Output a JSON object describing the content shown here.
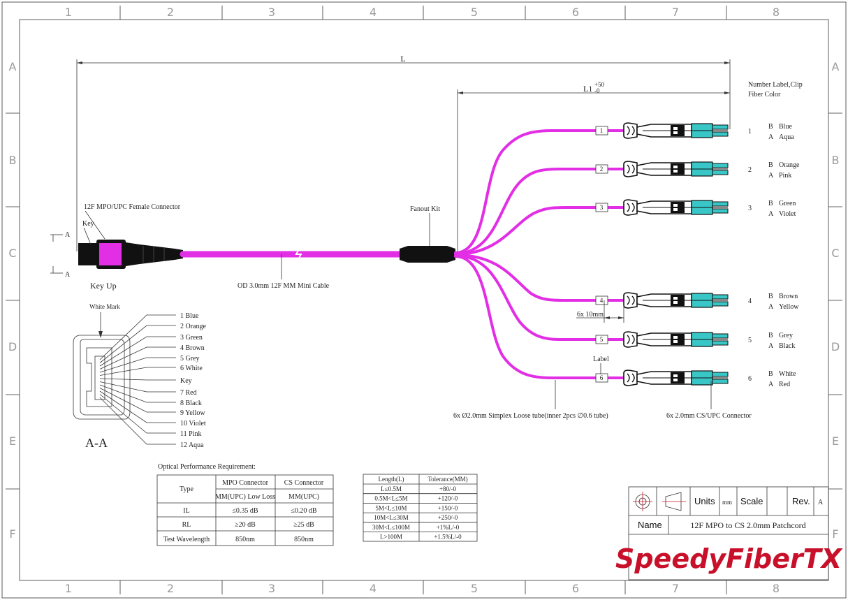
{
  "grid": {
    "columns": [
      "1",
      "2",
      "3",
      "4",
      "5",
      "6",
      "7",
      "8"
    ],
    "rows": [
      "A",
      "B",
      "C",
      "D",
      "E",
      "F"
    ]
  },
  "dimensions": {
    "L": "L",
    "L1": "L1",
    "L1_plus": "+50",
    "L1_minus": "-0",
    "breakout": "6x 10mm"
  },
  "labels": {
    "mpo_connector": "12F MPO/UPC Female Connector",
    "key": "Key",
    "section_a": "A",
    "key_up": "Key Up",
    "fanout_kit": "Fanout Kit",
    "mini_cable": "OD 3.0mm 12F MM Mini Cable",
    "number_label_clip": "Number Label,Clip",
    "fiber_color": "Fiber Color",
    "label": "Label",
    "loose_tube": "6x Ø2.0mm Simplex Loose tube(inner 2pcs ∅0.6 tube)",
    "cs_connector": "6x 2.0mm CS/UPC Connector",
    "white_mark": "White Mark",
    "section_view": "A-A"
  },
  "legs": [
    {
      "num": "1",
      "b": "Blue",
      "a": "Aqua"
    },
    {
      "num": "2",
      "b": "Orange",
      "a": "Pink"
    },
    {
      "num": "3",
      "b": "Green",
      "a": "Violet"
    },
    {
      "num": "4",
      "b": "Brown",
      "a": "Yellow"
    },
    {
      "num": "5",
      "b": "Grey",
      "a": "Black"
    },
    {
      "num": "6",
      "b": "White",
      "a": "Red"
    }
  ],
  "leg_side_b": "B",
  "leg_side_a": "A",
  "fiber_list": [
    "1 Blue",
    "2 Orange",
    "3 Green",
    "4 Brown",
    "5 Grey",
    "6 White",
    "Key",
    "7 Red",
    "8 Black",
    "9 Yellow",
    "10 Violet",
    "11 Pink",
    "12 Aqua"
  ],
  "optical": {
    "title": "Optical Performance Requirement:",
    "type_label": "Type",
    "col_mpo": "MPO Connector",
    "col_cs": "CS Connector",
    "sub_mpo": "MM(UPC) Low Loss",
    "sub_cs": "MM(UPC)",
    "rows": [
      {
        "name": "IL",
        "mpo": "≤0.35 dB",
        "cs": "≤0.20 dB"
      },
      {
        "name": "RL",
        "mpo": "≥20 dB",
        "cs": "≥25 dB"
      },
      {
        "name": "Test Wavelength",
        "mpo": "850nm",
        "cs": "850nm"
      }
    ]
  },
  "tolerance": {
    "col_length": "Length(L)",
    "col_tol": "Tolerance(MM)",
    "rows": [
      {
        "len": "L≤0.5M",
        "tol": "+80/-0"
      },
      {
        "len": "0.5M<L≤5M",
        "tol": "+120/-0"
      },
      {
        "len": "5M<L≤10M",
        "tol": "+150/-0"
      },
      {
        "len": "10M<L≤30M",
        "tol": "+250/-0"
      },
      {
        "len": "30M<L≤100M",
        "tol": "+1%L/-0"
      },
      {
        "len": "L>100M",
        "tol": "+1.5%L/-0"
      }
    ]
  },
  "title_block": {
    "units": "Units",
    "mm": "mm",
    "scale": "Scale",
    "rev": "Rev.",
    "rev_val": "A",
    "name": "Name",
    "name_val": "12F MPO to CS 2.0mm Patchcord",
    "logo": "SpeedyFiberTX"
  },
  "colors": {
    "cable": "#e22ee5",
    "logo": "#c9102a",
    "connector": "#111111",
    "aqua": "#38c6c6"
  }
}
